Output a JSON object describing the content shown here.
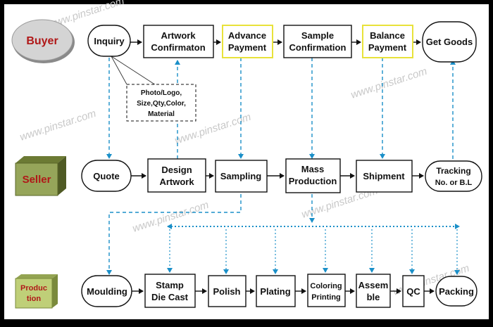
{
  "lanes": {
    "buyer": "Buyer",
    "seller": "Seller",
    "production": [
      "Produc",
      "tion"
    ]
  },
  "watermark": "www.pinstar.com",
  "buyer_row": {
    "inquiry": [
      "Inquiry"
    ],
    "artwork_confirmation": [
      "Artwork",
      "Confirmaton"
    ],
    "advance_payment": [
      "Advance",
      "Payment"
    ],
    "sample_confirmation": [
      "Sample",
      "Confirmation"
    ],
    "balance_payment": [
      "Balance",
      "Payment"
    ],
    "get_goods": [
      "Get Goods"
    ]
  },
  "note": [
    "Photo/Logo,",
    "Size,Qty,Color,",
    "Material"
  ],
  "seller_row": {
    "quote": [
      "Quote"
    ],
    "design_artwork": [
      "Design",
      "Artwork"
    ],
    "sampling": [
      "Sampling"
    ],
    "mass_production": [
      "Mass",
      "Production"
    ],
    "shipment": [
      "Shipment"
    ],
    "tracking": [
      "Tracking",
      "No. or B.L"
    ]
  },
  "production_row": {
    "moulding": [
      "Moulding"
    ],
    "stamp_die_cast": [
      "Stamp",
      "Die Cast"
    ],
    "polish": [
      "Polish"
    ],
    "plating": [
      "Plating"
    ],
    "coloring_printing": [
      "Coloring",
      "Printing"
    ],
    "assemble": [
      "Assem",
      "ble"
    ],
    "qc": [
      "QC"
    ],
    "packing": [
      "Packing"
    ]
  },
  "colors": {
    "background": "#ffffff",
    "frame": "#000000",
    "highlight_border": "#e8e23a",
    "arrow": "#1a8fc8",
    "buyer_badge": "#c9c9c9",
    "buyer_text": "#b01818",
    "seller_badge": "#8a9a4a",
    "seller_text": "#b01818",
    "production_badge": "#b8c870",
    "production_text": "#b01818"
  }
}
